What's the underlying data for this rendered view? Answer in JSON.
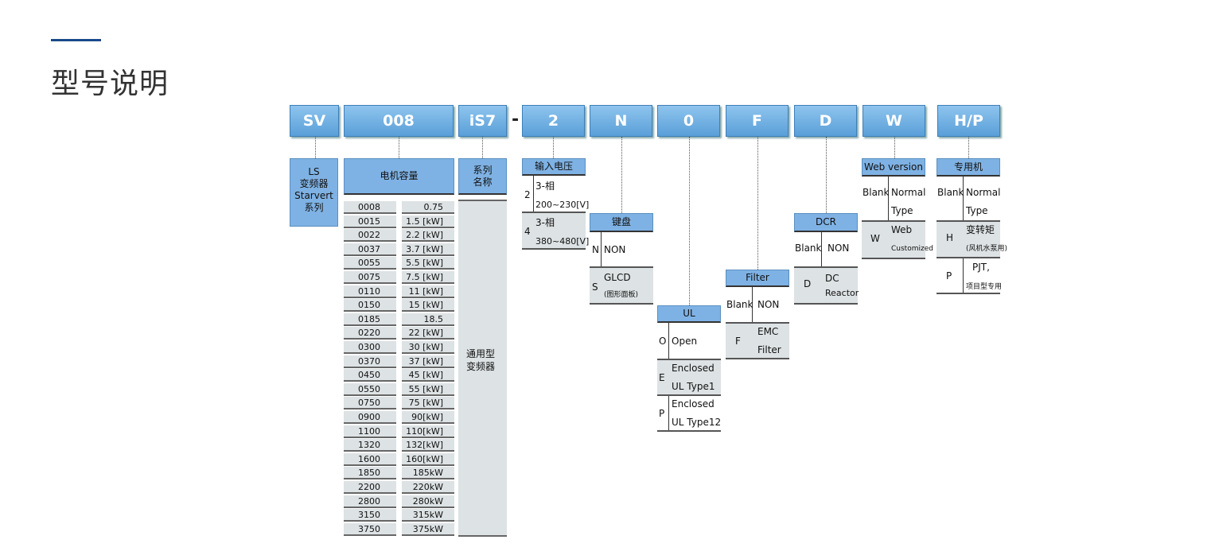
{
  "page": {
    "title": "型号说明"
  },
  "code_boxes": [
    "SV",
    "008",
    "iS7",
    "-",
    "2",
    "N",
    "0",
    "F",
    "D",
    "W",
    "H/P"
  ],
  "series_brand": {
    "lines": [
      "LS",
      "变频器",
      "Starvert",
      "系列"
    ]
  },
  "capacity": {
    "header": "电机容量",
    "rows": [
      {
        "code": "0008",
        "kw": "0.75 [kW]"
      },
      {
        "code": "0015",
        "kw": "1.5 [kW]"
      },
      {
        "code": "0022",
        "kw": "2.2 [kW]"
      },
      {
        "code": "0037",
        "kw": "3.7 [kW]"
      },
      {
        "code": "0055",
        "kw": "5.5 [kW]"
      },
      {
        "code": "0075",
        "kw": "7.5 [kW]"
      },
      {
        "code": "0110",
        "kw": "11 [kW]"
      },
      {
        "code": "0150",
        "kw": "15 [kW]"
      },
      {
        "code": "0185",
        "kw": "18.5 [kW]"
      },
      {
        "code": "0220",
        "kw": "22 [kW]"
      },
      {
        "code": "0300",
        "kw": "30 [kW]"
      },
      {
        "code": "0370",
        "kw": "37 [kW]"
      },
      {
        "code": "0450",
        "kw": "45 [kW]"
      },
      {
        "code": "0550",
        "kw": "55 [kW]"
      },
      {
        "code": "0750",
        "kw": "75 [kW]"
      },
      {
        "code": "0900",
        "kw": "90[kW]"
      },
      {
        "code": "1100",
        "kw": "110[kW]"
      },
      {
        "code": "1320",
        "kw": "132[kW]"
      },
      {
        "code": "1600",
        "kw": "160[kW]"
      },
      {
        "code": "1850",
        "kw": "185kW"
      },
      {
        "code": "2200",
        "kw": "220kW"
      },
      {
        "code": "2800",
        "kw": "280kW"
      },
      {
        "code": "3150",
        "kw": "315kW"
      },
      {
        "code": "3750",
        "kw": "375kW"
      }
    ]
  },
  "series": {
    "header_lines": [
      "系列",
      "名称"
    ],
    "body_lines": [
      "通用型",
      "变频器"
    ]
  },
  "input_voltage": {
    "header": "输入电压",
    "rows": [
      {
        "code": "2",
        "lines": [
          "3-相",
          "200~230[V]"
        ]
      },
      {
        "code": "4",
        "lines": [
          "3-相",
          "380~480[V]"
        ]
      }
    ]
  },
  "keypad": {
    "header": "键盘",
    "rows": [
      {
        "code": "N",
        "lines": [
          "NON"
        ]
      },
      {
        "code": "S",
        "lines": [
          "GLCD",
          "(图形面板)"
        ]
      }
    ]
  },
  "ul": {
    "header": "UL",
    "rows": [
      {
        "code": "O",
        "lines": [
          "Open"
        ]
      },
      {
        "code": "E",
        "lines": [
          "Enclosed",
          "UL Type1"
        ]
      },
      {
        "code": "P",
        "lines": [
          "Enclosed",
          "UL Type12"
        ]
      }
    ]
  },
  "filter": {
    "header": "Filter",
    "rows": [
      {
        "code": "Blank",
        "lines": [
          "NON"
        ]
      },
      {
        "code": "F",
        "lines": [
          "EMC",
          "Filter"
        ]
      }
    ]
  },
  "dcr": {
    "header": "DCR",
    "rows": [
      {
        "code": "Blank",
        "lines": [
          "NON"
        ]
      },
      {
        "code": "D",
        "lines": [
          "DC",
          "Reactor"
        ]
      }
    ]
  },
  "web": {
    "header": "Web version",
    "rows": [
      {
        "code": "Blank",
        "lines": [
          "Normal",
          "Type"
        ]
      },
      {
        "code": "W",
        "lines": [
          "Web",
          "Customized"
        ]
      }
    ]
  },
  "special": {
    "header": "专用机",
    "rows": [
      {
        "code": "Blank",
        "lines": [
          "Normal",
          "Type"
        ]
      },
      {
        "code": "H",
        "lines": [
          "变转矩",
          "(风机水泵用)"
        ]
      },
      {
        "code": "P",
        "lines": [
          "PJT,",
          "项目型专用"
        ]
      }
    ]
  },
  "colors": {
    "accent": "#1a4a8a",
    "code_box": "#5a9fd8",
    "header": "#7fb2e4",
    "cell": "#dde2e4"
  }
}
